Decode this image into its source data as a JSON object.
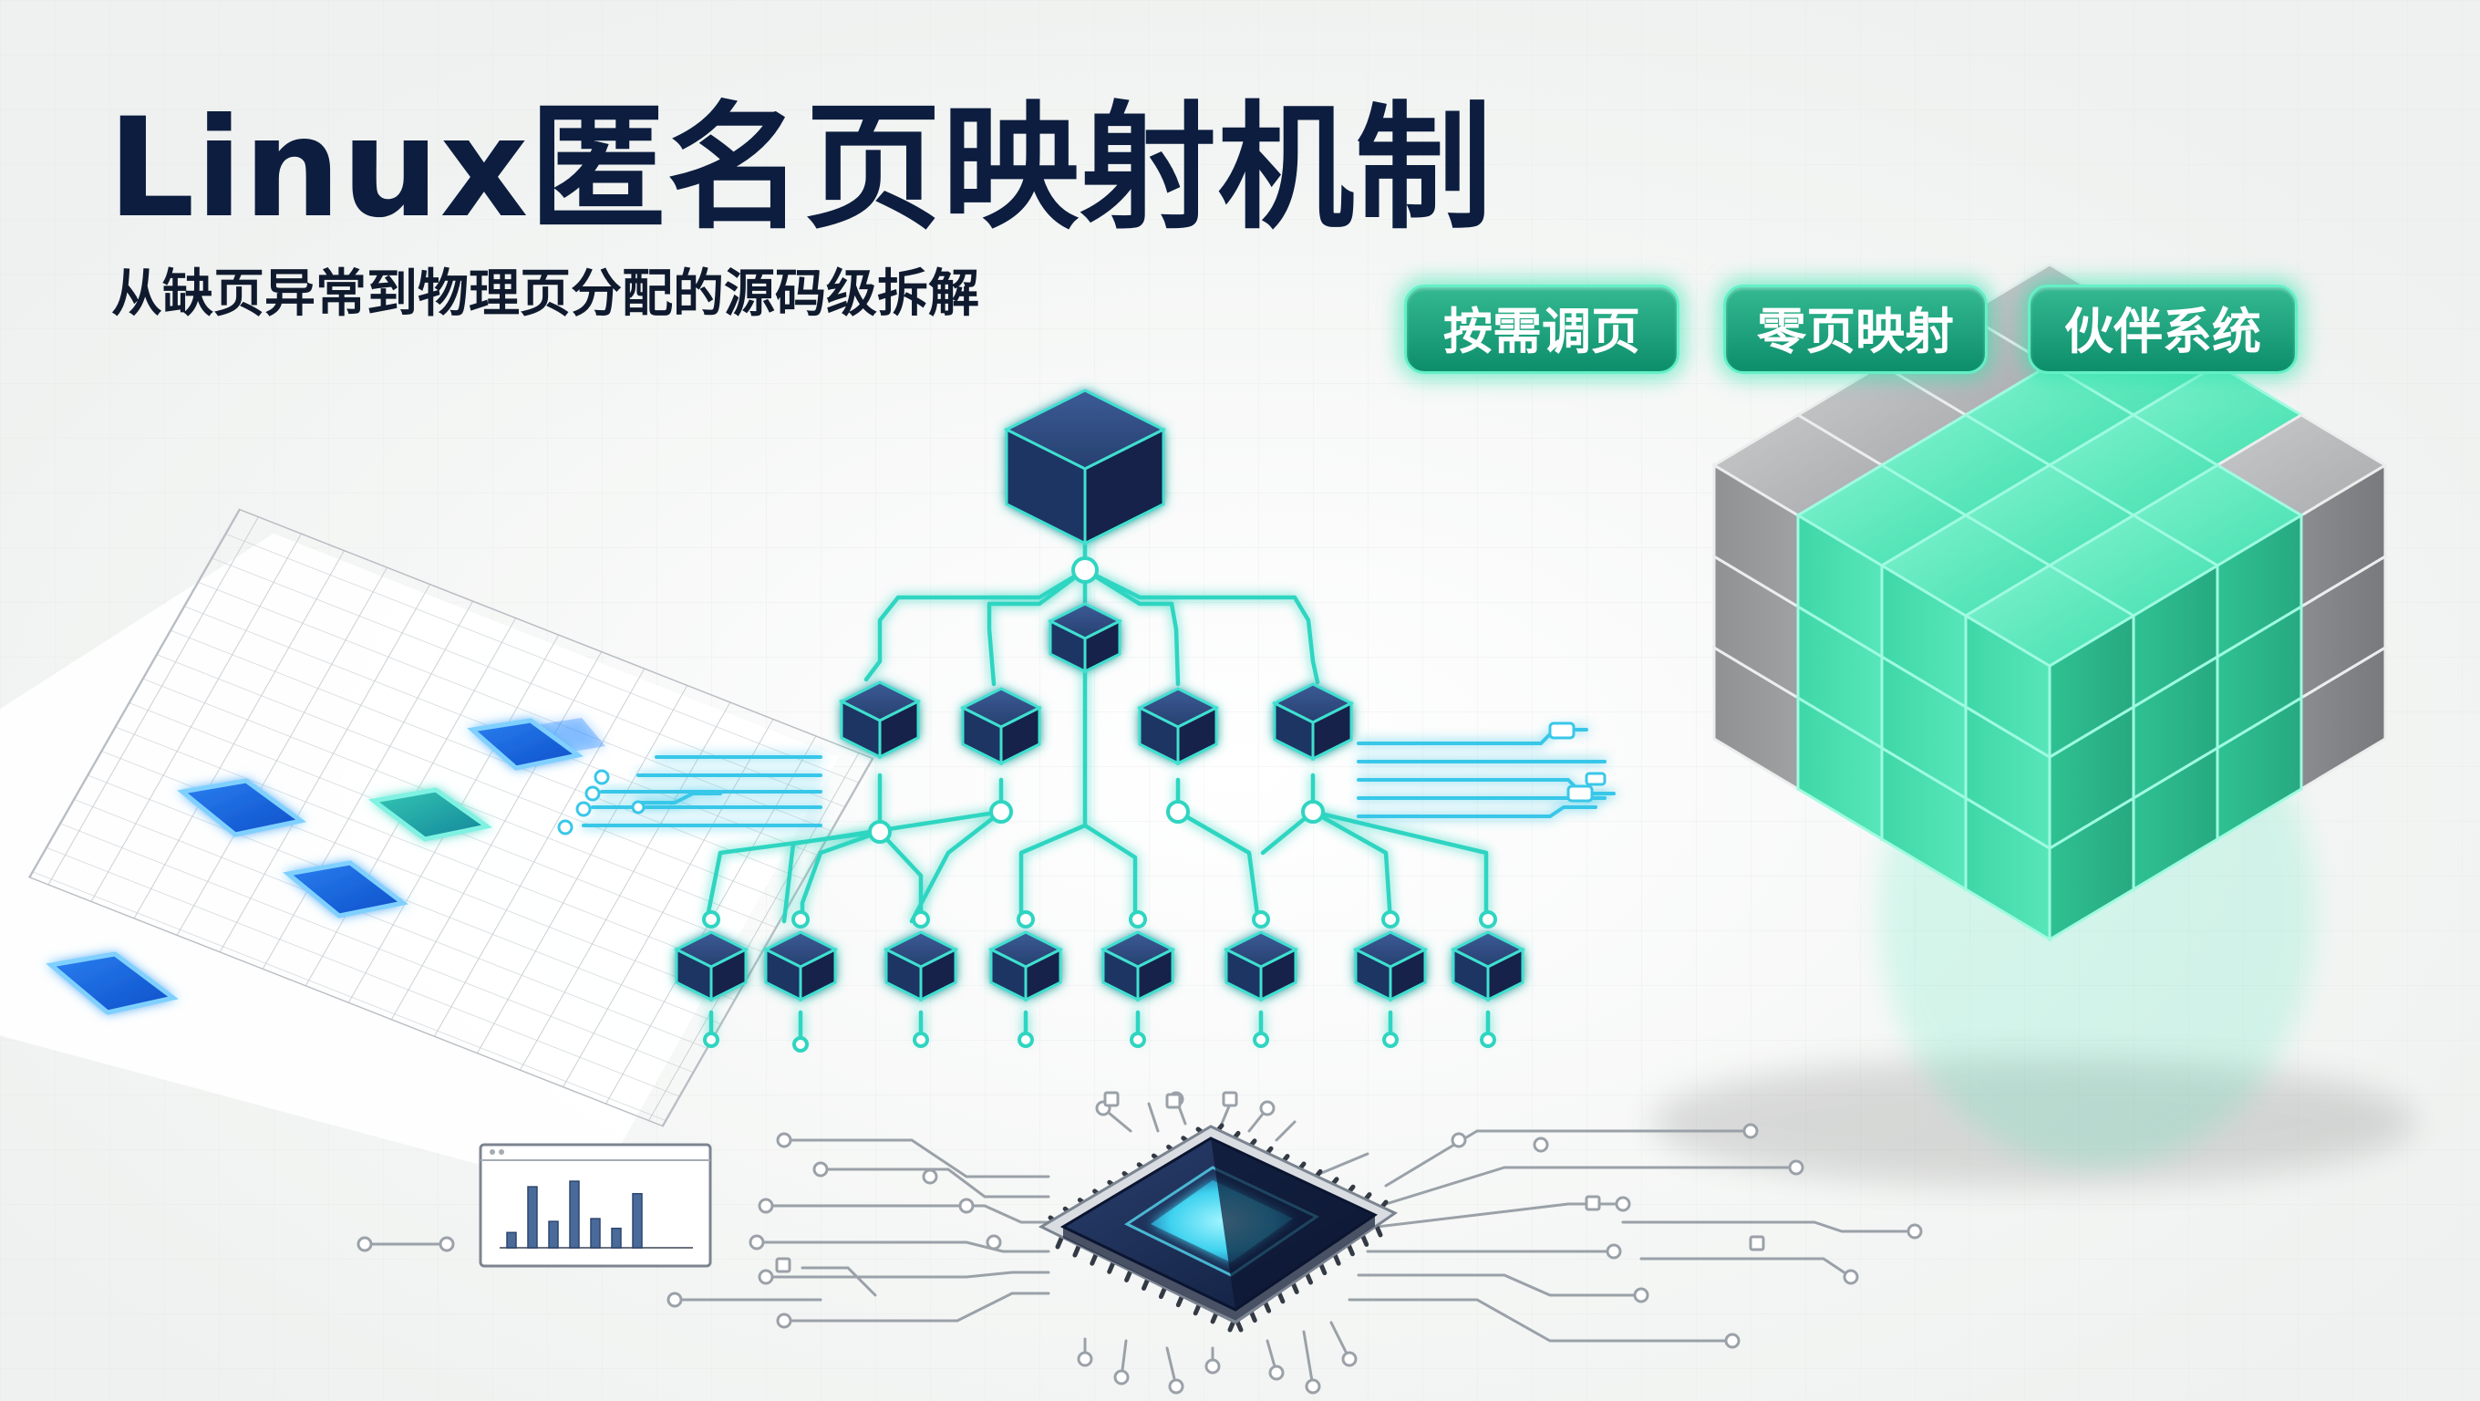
{
  "header": {
    "title": "Linux匿名页映射机制",
    "subtitle": "从缺页异常到物理页分配的源码级拆解"
  },
  "tags": [
    {
      "label": "按需调页"
    },
    {
      "label": "零页映射"
    },
    {
      "label": "伙伴系统"
    }
  ],
  "mini_chart": {
    "type": "bar",
    "values": [
      0.22,
      0.88,
      0.38,
      0.96,
      0.42,
      0.28,
      0.78
    ]
  },
  "colors": {
    "title": "#0c1d3f",
    "accent_teal": "#2de0b0",
    "node_navy": "#1b2f59",
    "grid_blue": "#1466e0",
    "cube_gray": "#a7a9ab"
  },
  "icons": [
    "tree-root-cube-icon",
    "cpu-chip-icon",
    "memory-cube-block-icon",
    "page-grid-icon",
    "bar-chart-icon"
  ]
}
